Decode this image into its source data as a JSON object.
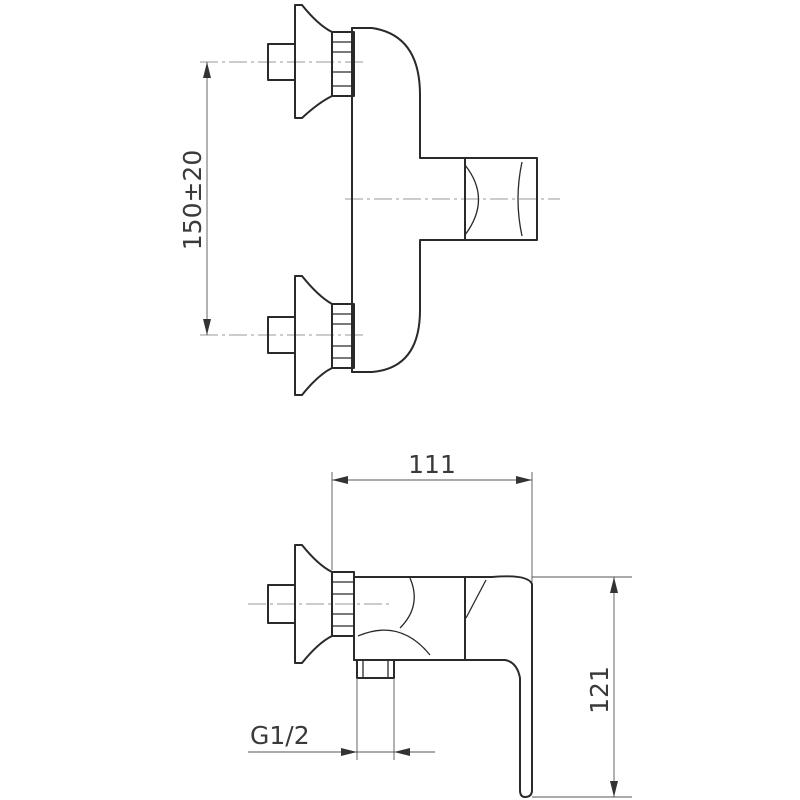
{
  "dimensions": {
    "spacing": "150±20",
    "width": "111",
    "height": "121",
    "thread": "G1/2"
  }
}
